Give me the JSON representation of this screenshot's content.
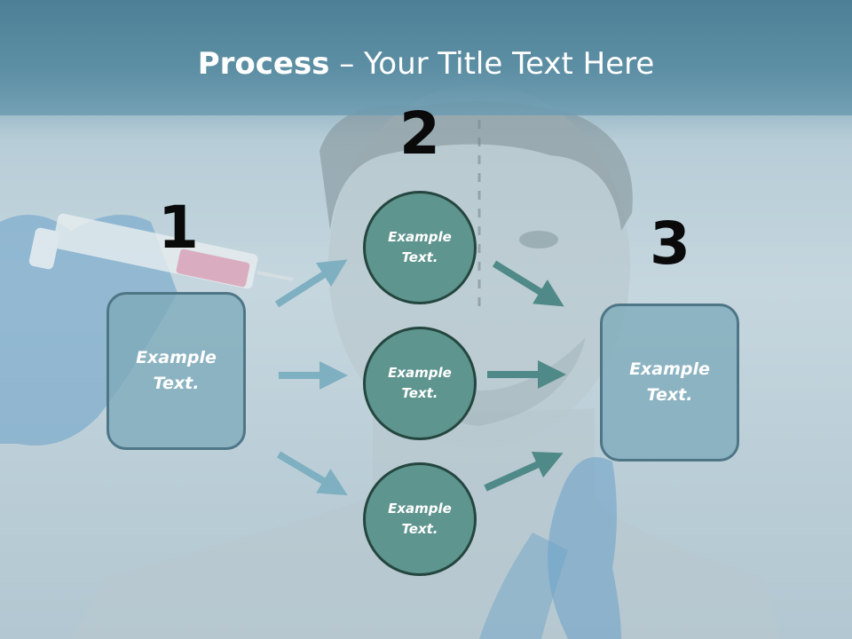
{
  "title": {
    "bold": "Process",
    "rest": " – Your Title Text Here"
  },
  "steps": [
    {
      "number": "1",
      "text": "Example Text."
    },
    {
      "number": "2",
      "items": [
        "Example Text.",
        "Example Text.",
        "Example Text."
      ]
    },
    {
      "number": "3",
      "text": "Example Text."
    }
  ],
  "colors": {
    "title_band": "#5d8fa4",
    "box_fill": "#7eaaba",
    "circle_fill": "#5f958f",
    "arrow_left": "#7fb0c2",
    "arrow_right": "#4f8a88"
  }
}
